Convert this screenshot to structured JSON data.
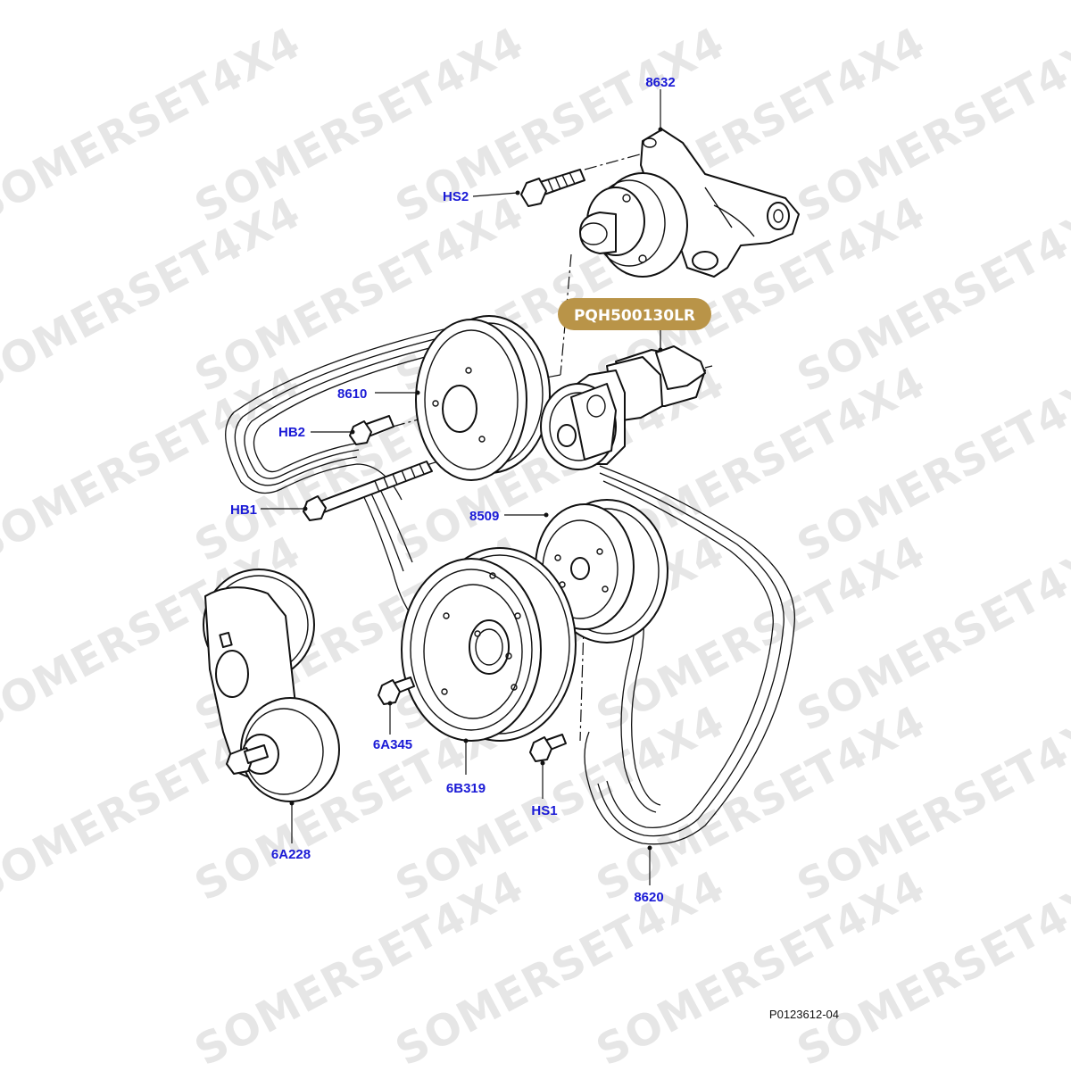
{
  "watermark": "SOMERSET4X4",
  "callouts": {
    "c8632": "8632",
    "hs2": "HS2",
    "c8610": "8610",
    "hb2": "HB2",
    "hb1": "HB1",
    "c8509": "8509",
    "c6a345": "6A345",
    "c6b319": "6B319",
    "hs1": "HS1",
    "c6a228": "6A228",
    "c8620": "8620"
  },
  "badge": {
    "label": "PQH500130LR",
    "color": "#b99448"
  },
  "reference": "P0123612-04",
  "colors": {
    "callout": "#1a1ad6",
    "watermark": "#e6e6e6",
    "line": "#111111"
  }
}
